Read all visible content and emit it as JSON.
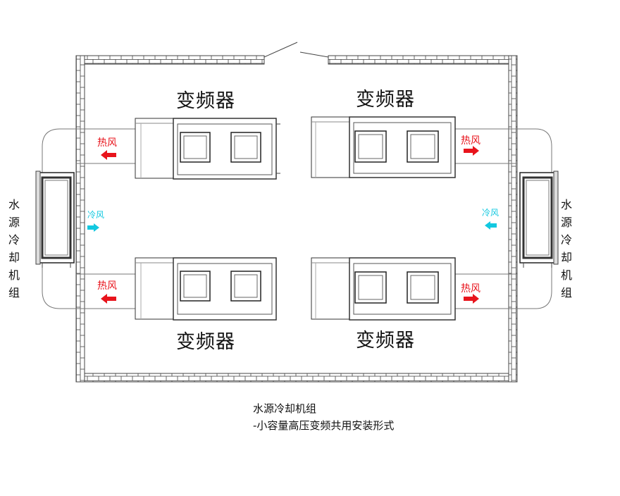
{
  "vfd_label": "变频器",
  "hot_air_label": "热风",
  "cold_air_label": "冷风",
  "chiller_label_lines": [
    "水源",
    "冷却",
    "机组"
  ],
  "caption": {
    "line1": "水源冷却机组",
    "line2": "-小容量高压变频共用安装形式"
  },
  "colors": {
    "hot_arrow": "#e8141c",
    "cold_arrow": "#12c8e0",
    "line": "#555555"
  }
}
